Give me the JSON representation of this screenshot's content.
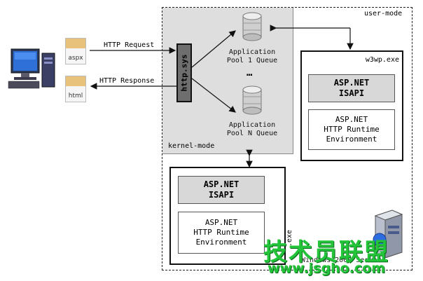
{
  "client": {
    "request_label": "HTTP Request",
    "response_label": "HTTP Response",
    "request_file": "aspx",
    "response_file": "html"
  },
  "user_mode": {
    "label": "user-mode"
  },
  "kernel_mode": {
    "label": "kernel-mode",
    "driver": "http.sys",
    "pool1": {
      "line1": "Application",
      "line2": "Pool 1 Queue"
    },
    "ellipsis": "…",
    "poolN": {
      "line1": "Application",
      "line2": "Pool N Queue"
    }
  },
  "w3wp_top": {
    "title": "w3wp.exe",
    "isapi_line1": "ASP.NET",
    "isapi_line2": "ISAPI",
    "runtime_line1": "ASP.NET",
    "runtime_line2": "HTTP Runtime",
    "runtime_line3": "Environment"
  },
  "w3wp_bottom": {
    "title": ".exe",
    "isapi_line1": "ASP.NET",
    "isapi_line2": "ISAPI",
    "runtime_line1": "ASP.NET",
    "runtime_line2": "HTTP Runtime",
    "runtime_line3": "Environment"
  },
  "os_label": "Windows 2003 Server",
  "watermark": {
    "title": "技术员联盟",
    "url": "www.jsgho.com",
    "color": "#23c43a"
  }
}
